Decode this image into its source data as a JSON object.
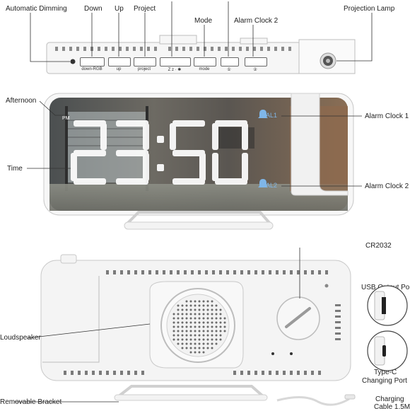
{
  "top_labels": {
    "automatic_dimming": "Automatic Dimming",
    "down": "Down",
    "up": "Up",
    "project": "Project",
    "mode": "Mode",
    "alarm_clock_2": "Alarm Clock 2",
    "projection_lamp": "Projection Lamp"
  },
  "buttons": {
    "down": "down-RGB",
    "up": "up",
    "project": "project",
    "snooze": "Z z · ✱",
    "mode": "mode",
    "alarm1": "①",
    "alarm2": "②"
  },
  "front_labels": {
    "afternoon": "Afternoon",
    "time": "Time",
    "alarm_clock_1": "Alarm Clock 1",
    "alarm_clock_2": "Alarm Clock 2"
  },
  "display": {
    "pm": "PM",
    "al1": "AL1",
    "al2": "AL2"
  },
  "back_labels": {
    "cr2032": "CR2032",
    "usb_output_port": "USB Output Port",
    "loudspeaker": "Loudspeaker",
    "type_c_line1": "Type-C",
    "type_c_line2": "Changing Port",
    "removable_bracket": "Removable Bracket",
    "charging_line1": "Charging",
    "charging_line2": "Cable 1.5M"
  },
  "colors": {
    "accent_blue": "#7fb6e8",
    "mirror_dark": "#3a3d40",
    "body_white": "#f4f4f4"
  }
}
